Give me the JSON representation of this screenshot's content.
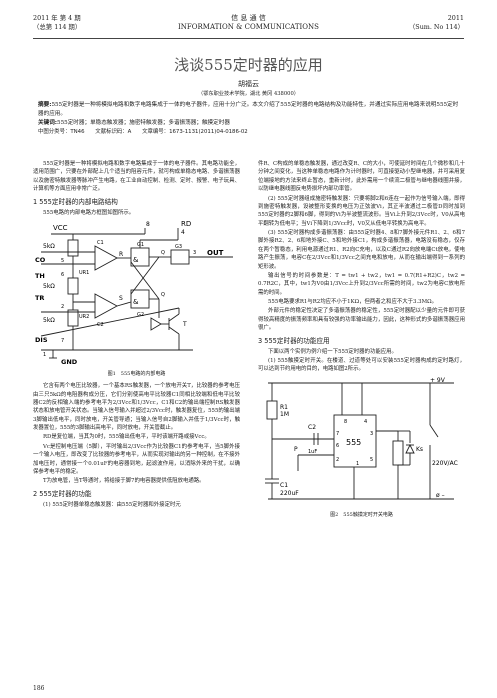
{
  "header": {
    "issue": "2011 年 第 4 期",
    "total": "（总第 114 期）",
    "journal_cn": "信 息 通 信",
    "journal_en": "INFORMATION & COMMUNICATIONS",
    "year": "2011",
    "sum": "（Sum. No 114）"
  },
  "title": "浅谈555定时器的应用",
  "author": "胡福云",
  "affiliation": "（鄂东职业技术学院，湖北 黄冈 438000）",
  "abstract": {
    "label": "摘要:",
    "text": "555定时器是一种将模拟电路和数字电路集成于一体的电子器件，应用十分广泛。本文介绍了555定时器的电路结构及功能特性，并通过实际应用电路来说明555定时器的应用。",
    "kw_label": "关键词:",
    "keywords": "555定时器；单稳态触发器；施密特触发器；多谐振荡器；触摸定时器",
    "meta": "中图分类号：TN46　　文献标识码：A　　文章编号：1673-1131(2011)04-0186-02"
  },
  "left": {
    "p1": "555定时器是一种将模拟电路和数字电路集成于一体的电子器件。其电路功能全，适用范围广，只要在外部配上几个适当的阻容元件，就可构成单稳态电路、多谐振荡器以及施密特触发器等脉冲产生电路，在工业自动控制、检测、定时、报警、电子玩具、计算机等方面应用非常广泛。",
    "s1": "1 555定时器的内部电路结构",
    "p2": "555电路的内部电路方框图如图所示。",
    "fig1_cap": "图1　555电路的内部电路",
    "p3": "它含有两个电压比较器，一个基本RS触发器，一个放电开关T，比较器的参考电压由三只5kΩ的电阻器构成分压，它们分别使高电平比较器C1同相比较端和低电平比较器C2的反相输入端的参考电平为2/3Vcc和1/3Vcc，C1和C2的输出端控制RS触发器状态和放电管开关状态。当输入信号输入并超过2/3Vcc时，触发器复位，555的输出端3脚输出低电平，同时放电，开关管导通；当输入信号自2脚输入并低于1/3Vcc时，触发器置位，555的3脚输出高电平，同时放电，开关管截止。",
    "p4": "RD是复位端，当其为0时，555输出低电平，平时该端开路或接Vcc。",
    "p5": "Vc是控制电压端（5脚），平时输出2/3Vcc作为比较器C1的参考电平，当5脚外接一个输入电压，即改变了比较器的参考电平，从而实现对输出的另一种控制，在不接外加电压时，通常接一个0.01uF的电容器到地，起滤波作用，以消除外来的干扰，以确保参考电平的稳定。",
    "p6": "T为放电管，当T导通时，将给接于脚7的电容器提供低阻放电通路。",
    "s2": "2 555定时器的功能",
    "p7": "(1) 555定时器单稳态触发器：由555定时器和外接定时元"
  },
  "right": {
    "p1": "件R、C构成的单稳态触发器，通过改变R、C的大小，可使延时时间在几个微秒和几十分钟之间变化，当这种单稳态电路作为计时器时，可直接驱动小型继电器，并可采用复位端接地的方法来终止暂态，重新计时，此外需用一个续流二极管与继电器线圈并接，以防继电器线圈反电势损坏内部功率管。",
    "p2": "(2) 555定时器组成施密特触发器：只要将脚2和6连在一起作为信号输入端，即得到施密特触发器，设被整形变换的电压为正弦波Vi，其正半波通过二极管D同时加到555定时器的2脚和6脚，得到的Vi为半波整流波形。当Vi上升到2/3Vcc时，V0从高电平翻转为低电平；当Vi下降到1/3Vcc时，V0又从低电平转换为高电平。",
    "p3": "(3) 555定时器构成多谐振荡器：由555定时器4、8和7脚外接元件R1、2、6和7脚外接R2、2、6和地外接C、5和地外接C1，构成多谐振荡器，电路没有稳态，仅存在两个暂稳态，利用电源通过R1、R2向C充电，以及C通过R2向放电端Ct放电，使电路产生振荡，电容C在2/3Vcc和1/3Vcc之间充电和放电，从而在输出端得到一系列的矩形波。",
    "p4": "输出信号的时间参数是：T = tw1 + tw2，tw1 = 0.7(R1+R2)C，tw2 = 0.7R2C，其中，tw1为V0由1/3Vcc上升到2/3Vcc所需的时间，tw2为电容C放电所需的时间。",
    "p5": "555电路要求R1与R2均应不小于1KΩ，但两者之和应不大于3.3MΩ。",
    "p6": "外部元件的稳定性决定了多谐振荡器的稳定性，555定时器配以少量的元件即可获得较高精度的振荡频率和具有较强的功率输出能力，因此，这种形式的多谐振荡器应用很广。",
    "s3": "3 555定时器的功能应用",
    "p7": "下面以两个实例为例介绍一下555定时器的功能应用。",
    "p8": "(1) 555触摸定时开关。在楼道、过道等处可以安装555定时器构成的定时路灯，可以达到节约用电的目的，电路如图2所示。",
    "fig2_cap": "图2　555触摸定时开关电路"
  },
  "fig1_labels": {
    "vcc": "VCC",
    "rd": "RD",
    "pin8": "8",
    "pin4": "4",
    "pin3": "3",
    "pin6": "6",
    "pin5": "5",
    "pin2": "2",
    "pin7": "7",
    "pin1": "1",
    "co": "CO",
    "th": "TH",
    "tr": "TR",
    "dis": "DIS",
    "out": "OUT",
    "gnd": "GND",
    "r1": "5kΩ",
    "r2": "5kΩ",
    "r3": "5kΩ",
    "ur1": "UR1",
    "ur2": "UR2",
    "c1": "C1",
    "c2": "C2",
    "g1": "G1",
    "g2": "G2",
    "g3": "G3",
    "q": "Q",
    "qb": "Q",
    "r": "R",
    "s": "S",
    "t": "T",
    "amp": "&"
  },
  "fig2_labels": {
    "vplus": "+ 9V",
    "r1": "R1",
    "r1v": "1M",
    "c2": "C2",
    "c2v": "1uF",
    "c1": "C1",
    "c1v": "220uF",
    "ic": "555",
    "ks": "Ks",
    "ac": "220V/AC",
    "p": "P",
    "vminus": "ø –",
    "n8": "8",
    "n4": "4",
    "n7": "7",
    "n3": "3",
    "n6": "6",
    "n5": "5",
    "n1": "1",
    "n2": "2"
  },
  "page_number": "186"
}
